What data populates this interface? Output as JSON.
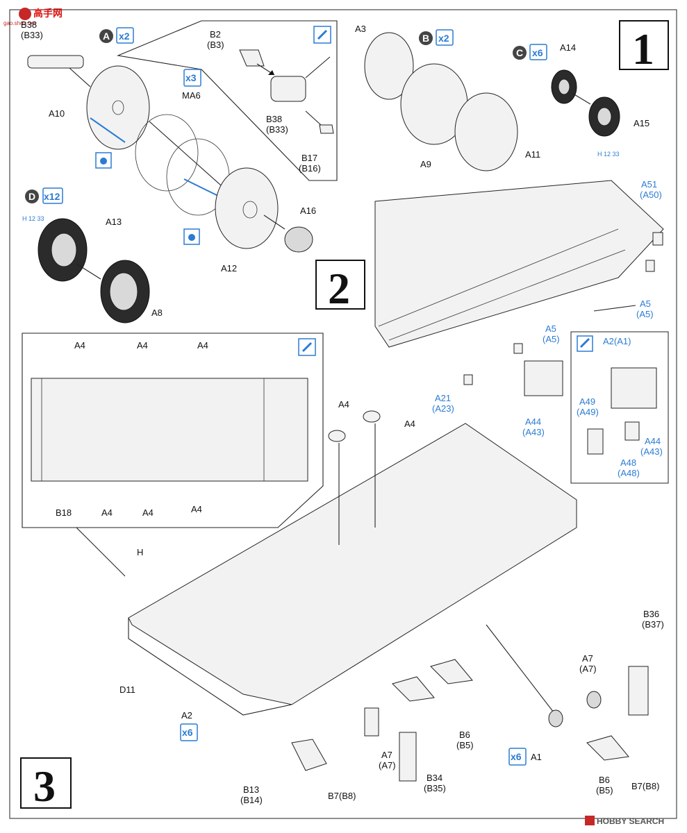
{
  "steps": {
    "s1": "1",
    "s2": "2",
    "s3": "3"
  },
  "watermark": {
    "top_left": "高手网",
    "top_left_sub": "gao.shou.net",
    "bottom_right": "HOBBY SEARCH"
  },
  "sub_assemblies": {
    "A": {
      "letter": "A",
      "qty": "x2"
    },
    "B": {
      "letter": "B",
      "qty": "x2"
    },
    "C": {
      "letter": "C",
      "qty": "x6"
    },
    "D": {
      "letter": "D",
      "qty": "x12"
    }
  },
  "qty_badges": {
    "ma6": "x3",
    "a2": "x6",
    "a1": "x6"
  },
  "paint_codes": {
    "c": "H 12 33",
    "d": "H 12 33"
  },
  "step1_labels": {
    "b38_top": "B38",
    "b33_top": "(B33)",
    "a10": "A10",
    "b2": "B2",
    "b3": "(B3)",
    "b38": "B38",
    "b33": "(B33)",
    "b17": "B17",
    "b16": "(B16)",
    "ma6": "MA6",
    "a12": "A12",
    "a16": "A16",
    "a3": "A3",
    "a9": "A9",
    "a11": "A11",
    "a14": "A14",
    "a15": "A15",
    "a13": "A13",
    "a8": "A8"
  },
  "step2_labels": {
    "a51": "A51",
    "a50": "(A50)",
    "a5a": "A5",
    "a5a_alt": "(A5)",
    "a5b": "A5",
    "a5b_alt": "(A5)",
    "a21": "A21",
    "a23": "(A23)",
    "a44": "A44",
    "a43": "(A43)",
    "d_a2": "A2(A1)",
    "d_a49": "A49",
    "d_a49_alt": "(A49)",
    "d_a44": "A44",
    "d_a43": "(A43)",
    "d_a48": "A48",
    "d_a48_alt": "(A48)"
  },
  "step3_labels": {
    "a4": "A4",
    "b18": "B18",
    "h": "H",
    "d11": "D11",
    "a2": "A2",
    "a7": "A7",
    "a7_alt": "(A7)",
    "b36": "B36",
    "b37": "(B37)",
    "b6": "B6",
    "b5": "(B5)",
    "a1": "A1",
    "b13": "B13",
    "b14": "(B14)",
    "b7": "B7(B8)",
    "b34": "B34",
    "b35": "(B35)"
  }
}
